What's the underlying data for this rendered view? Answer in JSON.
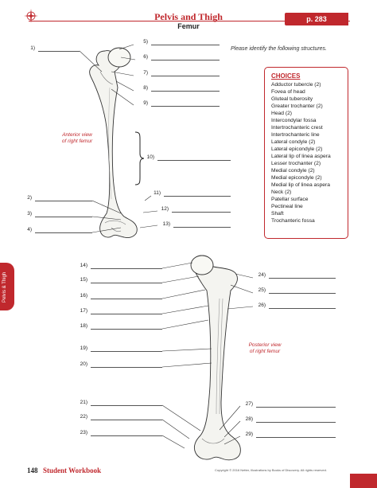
{
  "header": {
    "title": "Pelvis and Thigh",
    "subtitle": "Femur",
    "page_ref": "p. 283"
  },
  "instructions": "Please identify the following structures.",
  "choices": {
    "title": "CHOICES",
    "items": [
      "Adductor tubercle (2)",
      "Fovea of head",
      "Gluteal tuberosity",
      "Greater trochanter (2)",
      "Head (2)",
      "Intercondylar fossa",
      "Intertrochanteric crest",
      "Intertrochanteric line",
      "Lateral condyle (2)",
      "Lateral epicondyle (2)",
      "Lateral lip of linea aspera",
      "Lesser trochanter (2)",
      "Medial condyle (2)",
      "Medial epicondyle (2)",
      "Medial lip of linea aspera",
      "Neck (2)",
      "Patellar surface",
      "Pectineal line",
      "Shaft",
      "Trochanteric fossa"
    ]
  },
  "side_tab": "Pelvis & Thigh",
  "captions": {
    "anterior": "Anterior view\nof right femur",
    "posterior": "Posterior view\nof right femur"
  },
  "labels": {
    "l1": "1)",
    "l2": "2)",
    "l3": "3)",
    "l4": "4)",
    "l5": "5)",
    "l6": "6)",
    "l7": "7)",
    "l8": "8)",
    "l9": "9)",
    "l10": "10)",
    "l11": "11)",
    "l12": "12)",
    "l13": "13)",
    "l14": "14)",
    "l15": "15)",
    "l16": "16)",
    "l17": "17)",
    "l18": "18)",
    "l19": "19)",
    "l20": "20)",
    "l21": "21)",
    "l22": "22)",
    "l23": "23)",
    "l24": "24)",
    "l25": "25)",
    "l26": "26)",
    "l27": "27)",
    "l28": "28)",
    "l29": "29)"
  },
  "footer": {
    "page_number": "148",
    "book_title": "Student Workbook",
    "copyright": "Copyright © 2016 Netter, Illustrations by Books of Discovery.  All rights reserved."
  },
  "colors": {
    "accent": "#c0282d",
    "bone_fill": "#f4f4f0",
    "bone_stroke": "#333333"
  }
}
